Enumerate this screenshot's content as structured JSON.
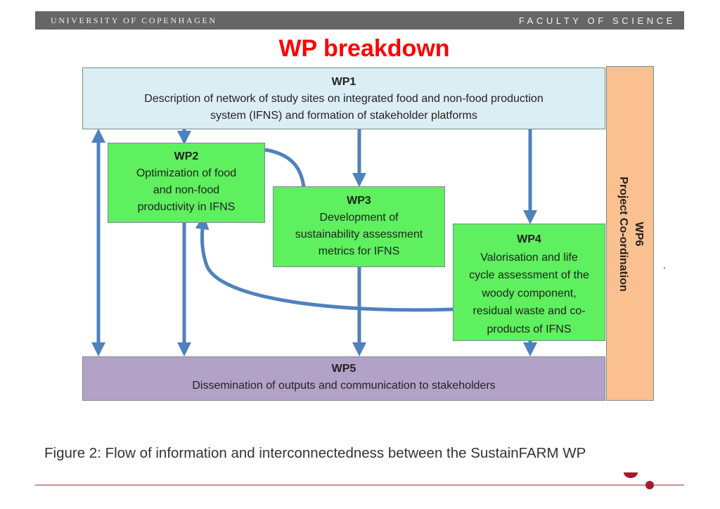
{
  "header": {
    "left": "UNIVERSITY OF COPENHAGEN",
    "right": "FACULTY OF SCIENCE"
  },
  "title": "WP breakdown",
  "diagram": {
    "wp1": {
      "label": "WP1",
      "lines": [
        "Description of network of study sites on integrated food and non-food production",
        "system (IFNS) and formation of  stakeholder platforms"
      ]
    },
    "wp2": {
      "label": "WP2",
      "lines": [
        "Optimization of food",
        "and non-food",
        "productivity in IFNS"
      ]
    },
    "wp3": {
      "label": "WP3",
      "lines": [
        "Development of",
        "sustainability assessment",
        "metrics for IFNS"
      ]
    },
    "wp4": {
      "label": "WP4",
      "lines": [
        "Valorisation and life",
        "cycle assessment of the",
        "woody component,",
        "residual waste and co-",
        "products of IFNS"
      ]
    },
    "wp5": {
      "label": "WP5",
      "lines": [
        "Dissemination of outputs and communication to stakeholders"
      ]
    },
    "wp6": {
      "label": "WP6",
      "lines": [
        "Project Co-ordination"
      ]
    },
    "colors": {
      "arrow": "#4f81bd",
      "green": "#5ef05e",
      "blue": "#dbeef4",
      "purple": "#b3a2c7",
      "orange": "#fac090"
    }
  },
  "caption": "Figure 2: Flow of information and interconnectedness between the SustainFARM WP"
}
